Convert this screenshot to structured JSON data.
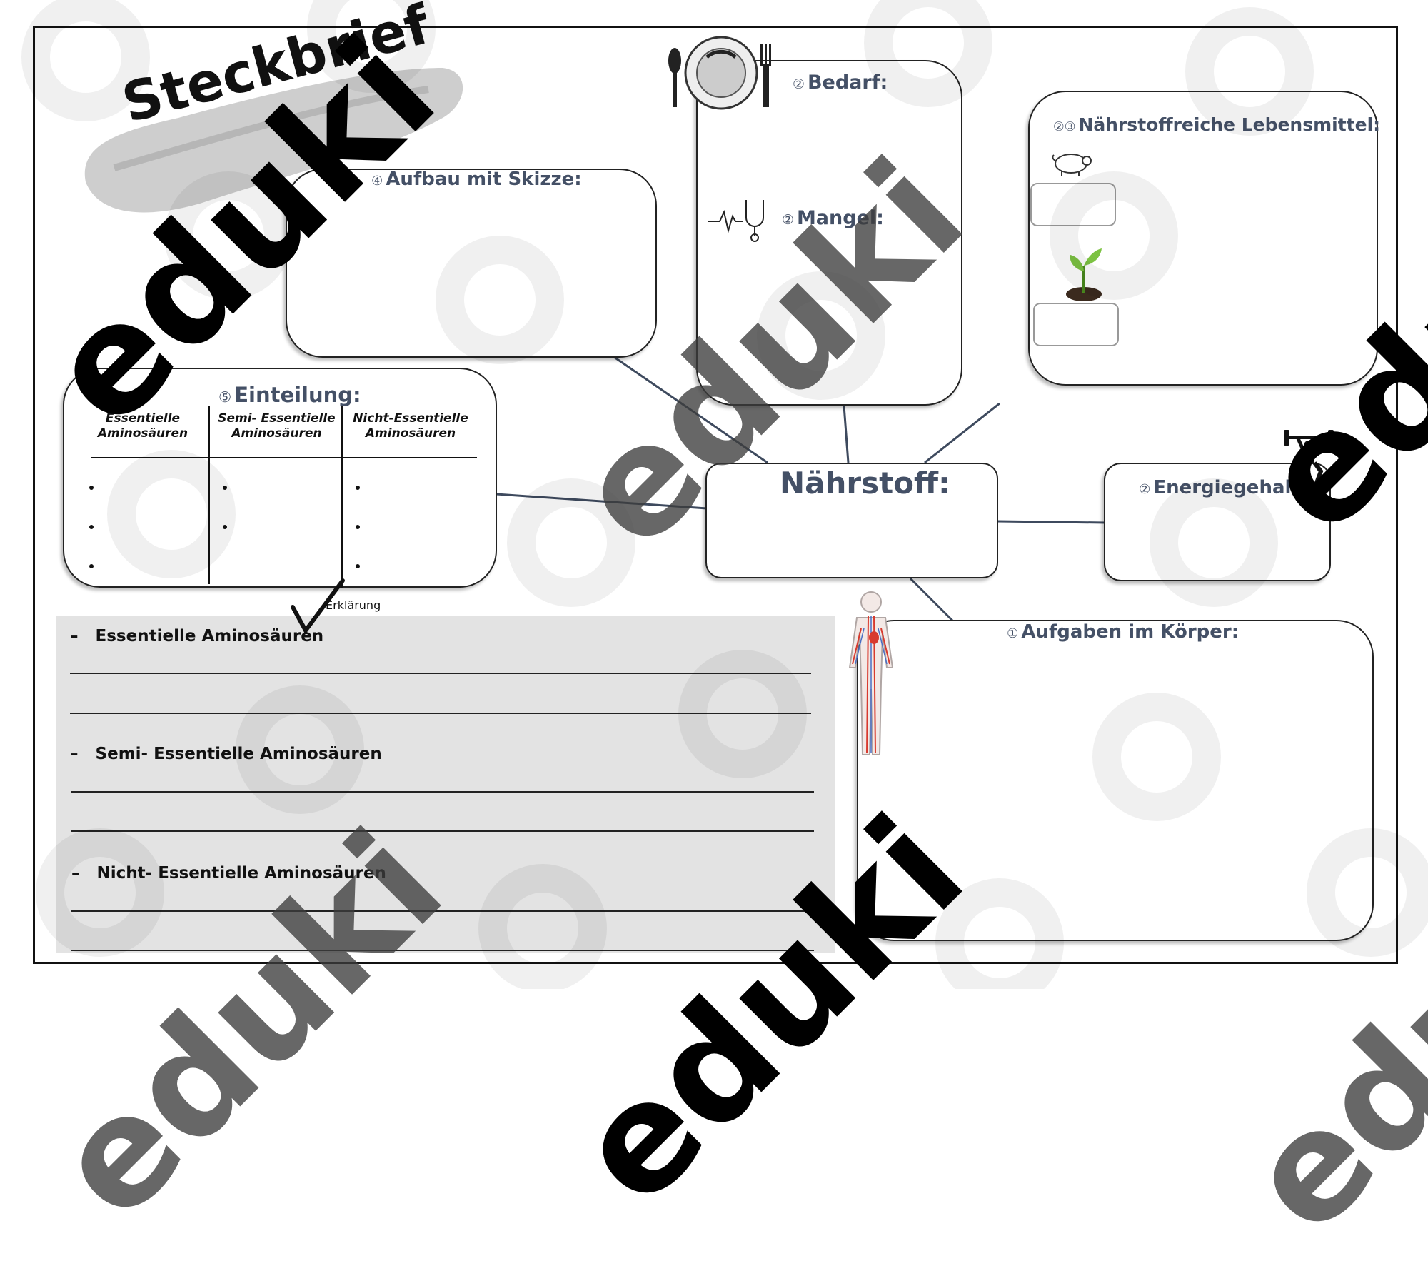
{
  "title": "Steckbrief",
  "sections": {
    "aufbau": {
      "num": "④",
      "label": "Aufbau mit Skizze:"
    },
    "bedarf": {
      "num": "②",
      "label": "Bedarf:"
    },
    "mangel": {
      "num": "②",
      "label": "Mangel:"
    },
    "lebensmittel": {
      "num": "②③",
      "label": "Nährstoffreiche Lebensmittel:"
    },
    "einteilung": {
      "num": "⑤",
      "label": "Einteilung:"
    },
    "naehrstoff": {
      "label": "Nährstoff:"
    },
    "energie": {
      "num": "②",
      "label": "Energiegehalt:"
    },
    "aufgaben": {
      "num": "①",
      "label": "Aufgaben im Körper:"
    }
  },
  "einteilung_columns": [
    {
      "line1": "Essentielle",
      "line2": "Aminosäuren"
    },
    {
      "line1": "Semi- Essentielle",
      "line2": "Aminosäuren"
    },
    {
      "line1": "Nicht-Essentielle",
      "line2": "Aminosäuren"
    }
  ],
  "erklaerung_label": "Erklärung",
  "explanations": [
    {
      "dash": "–",
      "label": "Essentielle Aminosäuren"
    },
    {
      "dash": "–",
      "label": "Semi- Essentielle Aminosäuren"
    },
    {
      "dash": "–",
      "label": "Nicht- Essentielle Aminosäuren"
    }
  ],
  "watermark": "eduki",
  "icons": [
    "plate-cutlery-icon",
    "stethoscope-icon",
    "pig-icon",
    "sprout-icon",
    "weightlifter-icon",
    "human-body-icon",
    "checkmark-arrow-icon"
  ]
}
